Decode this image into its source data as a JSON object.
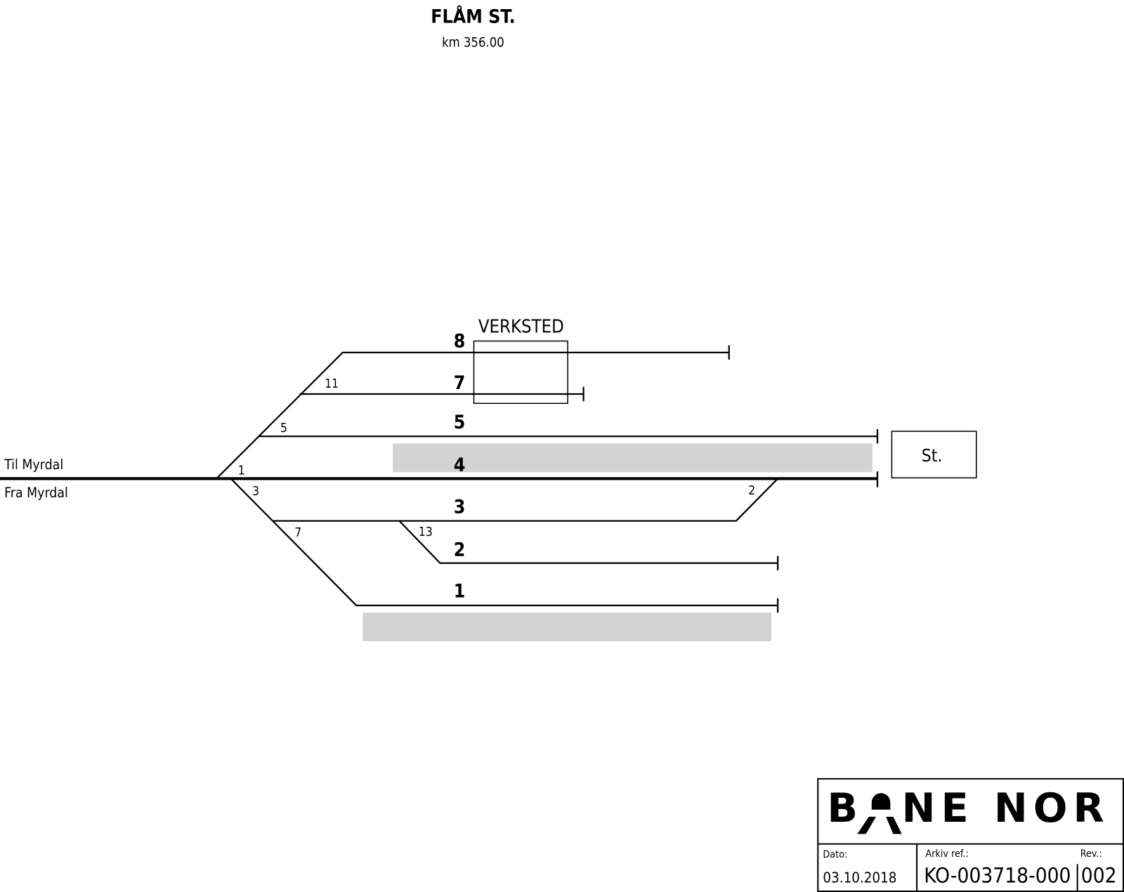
{
  "header": {
    "title": "FLÅM ST.",
    "km": "km 356.00"
  },
  "labels": {
    "til": "Til Myrdal",
    "fra": "Fra Myrdal",
    "verksted": "VERKSTED",
    "station": "St."
  },
  "tracks": {
    "t8": "8",
    "t7": "7",
    "t5": "5",
    "t4": "4",
    "t3": "3",
    "t2": "2",
    "t1": "1"
  },
  "switches": {
    "s11": "11",
    "s5": "5",
    "s1": "1",
    "s3": "3",
    "s2": "2",
    "s7": "7",
    "s13": "13"
  },
  "title_block": {
    "logo": "BANE NOR",
    "date_label": "Dato:",
    "date": "03.10.2018",
    "archive_label": "Arkiv ref.:",
    "archive": "KO-003718-000",
    "rev_label": "Rev.:",
    "rev": "002"
  },
  "colors": {
    "platform": "#d3d3d3",
    "line": "#000000"
  }
}
